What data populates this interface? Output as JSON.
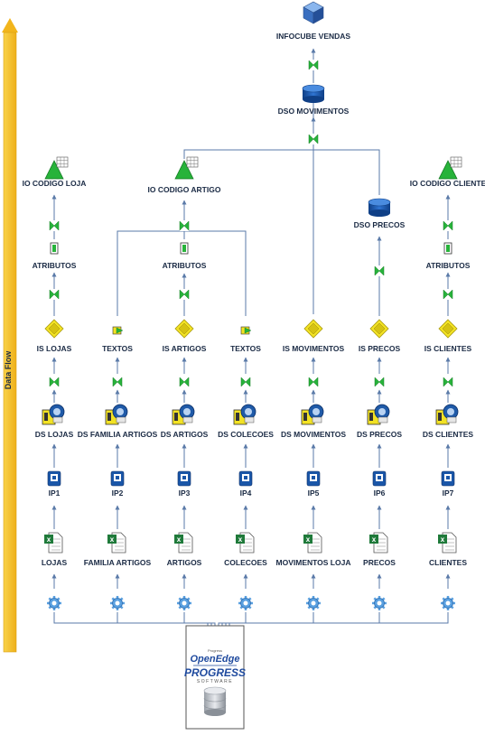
{
  "side_label": "Data Flow",
  "infocube": {
    "label": "INFOCUBE VENDAS"
  },
  "dso_movimentos": {
    "label": "DSO MOVIMENTOS"
  },
  "dso_precos": {
    "label": "DSO PRECOS"
  },
  "io_objects": [
    {
      "label": "IO CODIGO LOJA"
    },
    {
      "label": "IO CODIGO ARTIGO"
    },
    {
      "label": "IO CODIGO CLIENTE"
    }
  ],
  "atributos": [
    {
      "label": "ATRIBUTOS"
    },
    {
      "label": "ATRIBUTOS"
    },
    {
      "label": "ATRIBUTOS"
    }
  ],
  "infosources": [
    {
      "label": "IS LOJAS"
    },
    {
      "label": "TEXTOS"
    },
    {
      "label": "IS ARTIGOS"
    },
    {
      "label": "TEXTOS"
    },
    {
      "label": "IS MOVIMENTOS"
    },
    {
      "label": "IS PRECOS"
    },
    {
      "label": "IS CLIENTES"
    }
  ],
  "datasources": [
    {
      "label": "DS LOJAS"
    },
    {
      "label": "DS FAMILIA ARTIGOS"
    },
    {
      "label": "DS ARTIGOS"
    },
    {
      "label": "DS COLECOES"
    },
    {
      "label": "DS MOVIMENTOS"
    },
    {
      "label": "DS PRECOS"
    },
    {
      "label": "DS CLIENTES"
    }
  ],
  "infopackages": [
    {
      "label": "IP1"
    },
    {
      "label": "IP2"
    },
    {
      "label": "IP3"
    },
    {
      "label": "IP4"
    },
    {
      "label": "IP5"
    },
    {
      "label": "IP6"
    },
    {
      "label": "IP7"
    }
  ],
  "files": [
    {
      "label": "LOJAS"
    },
    {
      "label": "FAMILIA ARTIGOS"
    },
    {
      "label": "ARTIGOS"
    },
    {
      "label": "COLECOES"
    },
    {
      "label": "MOVIMENTOS LOJA"
    },
    {
      "label": "PRECOS"
    },
    {
      "label": "CLIENTES"
    }
  ],
  "source": {
    "brand_small": "Progress",
    "product": "OpenEdge",
    "company": "PROGRESS",
    "tagline": "SOFTWARE"
  },
  "colors": {
    "arrow_line": "#5a7aa8",
    "data_flow_bar": "#f6c02a",
    "transform_icon": "#27b33a",
    "infosource_icon": "#f2e224",
    "excel_green": "#1f7a3a",
    "db_blue": "#1a56a8"
  }
}
